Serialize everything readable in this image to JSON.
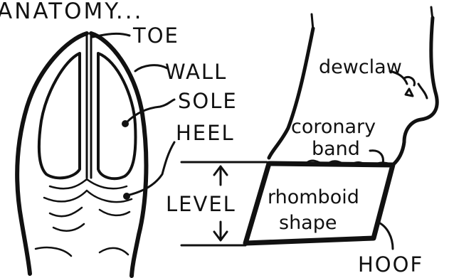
{
  "title": "ANATOMY...",
  "left_view": {
    "labels": {
      "toe": "TOE",
      "wall": "WALL",
      "sole": "SOLE",
      "heel": "HEEL"
    }
  },
  "side_view": {
    "labels": {
      "dewclaw": "dewclaw",
      "coronary_line1": "coronary",
      "coronary_line2": "band",
      "rhomboid_line1": "rhomboid",
      "rhomboid_line2": "shape",
      "hoof": "HOOF",
      "level": "LEVEL"
    }
  },
  "colors": {
    "ink": "#111111",
    "background": "#ffffff"
  }
}
